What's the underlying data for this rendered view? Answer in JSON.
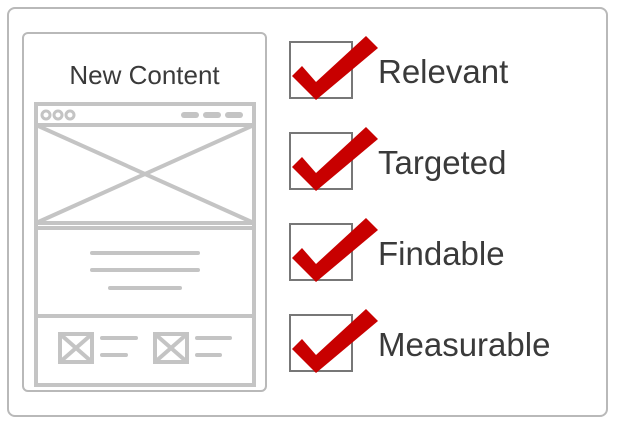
{
  "panel": {
    "title": "New Content"
  },
  "checklist": [
    {
      "label": "Relevant",
      "checked": true
    },
    {
      "label": "Targeted",
      "checked": true
    },
    {
      "label": "Findable",
      "checked": true
    },
    {
      "label": "Measurable",
      "checked": true
    }
  ],
  "colors": {
    "wireframe": "#c4c4c4",
    "check": "#c80000",
    "text": "#3a3a3a"
  }
}
